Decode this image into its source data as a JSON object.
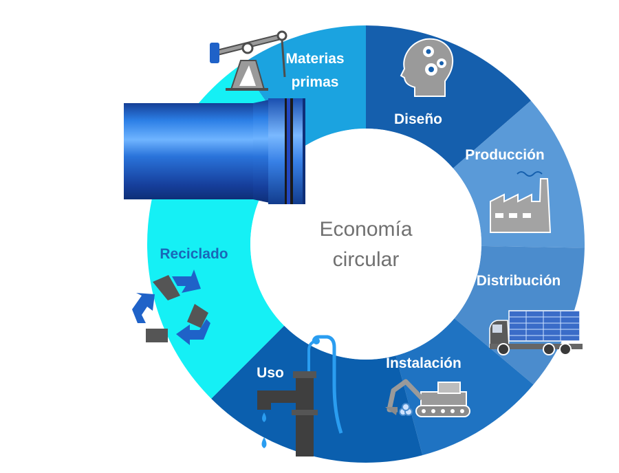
{
  "center": {
    "line1": "Economía",
    "line2": "circular"
  },
  "segments": [
    {
      "id": "materias-primas",
      "label_line1": "Materias",
      "label_line2": "primas",
      "icon": "oil-pump-jack-icon",
      "color": "#1ba3e0"
    },
    {
      "id": "diseno",
      "label_line1": "Diseño",
      "label_line2": "",
      "icon": "head-gears-icon",
      "color": "#155fad"
    },
    {
      "id": "produccion",
      "label_line1": "Producción",
      "label_line2": "",
      "icon": "factory-icon",
      "color": "#5a9ad8"
    },
    {
      "id": "distribucion",
      "label_line1": "Distribución",
      "label_line2": "",
      "icon": "truck-with-pipes-icon",
      "color": "#4b8ccd"
    },
    {
      "id": "instalacion",
      "label_line1": "Instalación",
      "label_line2": "",
      "icon": "excavator-icon",
      "color": "#1f73c2"
    },
    {
      "id": "uso",
      "label_line1": "Uso",
      "label_line2": "",
      "icon": "water-tap-icon",
      "color": "#0b5fae"
    },
    {
      "id": "reciclado",
      "label_line1": "Reciclado",
      "label_line2": "",
      "icon": "recycle-icon",
      "color": "#15f0f5"
    }
  ],
  "colors": {
    "label_white": "#ffffff",
    "label_reciclado": "#1a66b8",
    "center_text": "#707070",
    "pipe_blue": "#1f62c8",
    "icon_grey": "#9a9a9a",
    "icon_dark": "#4d4d4d"
  }
}
